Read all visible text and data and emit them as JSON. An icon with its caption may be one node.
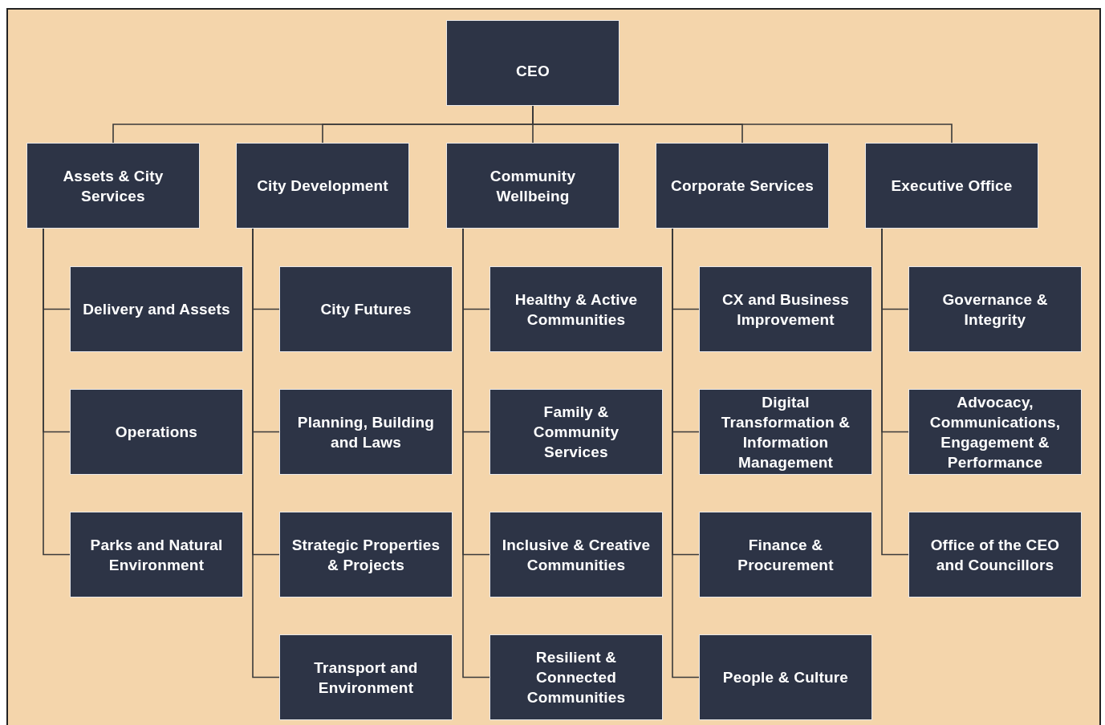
{
  "diagram": {
    "nodes": [
      {
        "text": [
          "CEO"
        ]
      },
      {
        "text": [
          "Assets & City Services"
        ]
      },
      {
        "text": [
          "City Development"
        ]
      },
      {
        "text": [
          "Community Wellbeing"
        ]
      },
      {
        "text": [
          "Corporate Services"
        ]
      },
      {
        "text": [
          "Executive Office"
        ]
      },
      {
        "text": [
          "Delivery and Assets"
        ]
      },
      {
        "text": [
          "Operations"
        ]
      },
      {
        "text": [
          "Parks and Natural Environment"
        ]
      },
      {
        "text": [
          "City Futures"
        ]
      },
      {
        "text": [
          "Planning, Building and Laws"
        ]
      },
      {
        "text": [
          "Strategic Properties & Projects"
        ]
      },
      {
        "text": [
          "Transport and Environment"
        ]
      },
      {
        "text": [
          "Healthy & Active Communities"
        ]
      },
      {
        "text": [
          "Family & Community Services"
        ]
      },
      {
        "text": [
          "Inclusive & Creative Communities"
        ]
      },
      {
        "text": [
          "Resilient & Connected Communities"
        ]
      },
      {
        "text": [
          "CX and Business Improvement"
        ]
      },
      {
        "text": [
          "Digital Transformation & Information Management"
        ]
      },
      {
        "text": [
          "Finance & Procurement"
        ]
      },
      {
        "text": [
          "People & Culture"
        ]
      },
      {
        "text": [
          "Governance & Integrity"
        ]
      },
      {
        "text": [
          "Advocacy, Communications, Engagement & Performance"
        ]
      },
      {
        "text": [
          "Office of the CEO and Councillors"
        ]
      }
    ],
    "edges": [
      {
        "from": 0,
        "to": 1,
        "arrow": "none"
      },
      {
        "from": 0,
        "to": 2,
        "arrow": "none"
      },
      {
        "from": 0,
        "to": 3,
        "arrow": "none"
      },
      {
        "from": 0,
        "to": 4,
        "arrow": "none"
      },
      {
        "from": 0,
        "to": 5,
        "arrow": "none"
      },
      {
        "from": 1,
        "to": 6,
        "arrow": "none"
      },
      {
        "from": 1,
        "to": 7,
        "arrow": "none"
      },
      {
        "from": 1,
        "to": 8,
        "arrow": "none"
      },
      {
        "from": 2,
        "to": 9,
        "arrow": "none"
      },
      {
        "from": 2,
        "to": 10,
        "arrow": "none"
      },
      {
        "from": 2,
        "to": 11,
        "arrow": "none"
      },
      {
        "from": 2,
        "to": 12,
        "arrow": "none"
      },
      {
        "from": 3,
        "to": 13,
        "arrow": "none"
      },
      {
        "from": 3,
        "to": 14,
        "arrow": "none"
      },
      {
        "from": 3,
        "to": 15,
        "arrow": "none"
      },
      {
        "from": 3,
        "to": 16,
        "arrow": "none"
      },
      {
        "from": 4,
        "to": 17,
        "arrow": "none"
      },
      {
        "from": 4,
        "to": 18,
        "arrow": "none"
      },
      {
        "from": 4,
        "to": 19,
        "arrow": "none"
      },
      {
        "from": 4,
        "to": 20,
        "arrow": "none"
      },
      {
        "from": 5,
        "to": 21,
        "arrow": "none"
      },
      {
        "from": 5,
        "to": 22,
        "arrow": "none"
      },
      {
        "from": 5,
        "to": 23,
        "arrow": "none"
      }
    ]
  }
}
